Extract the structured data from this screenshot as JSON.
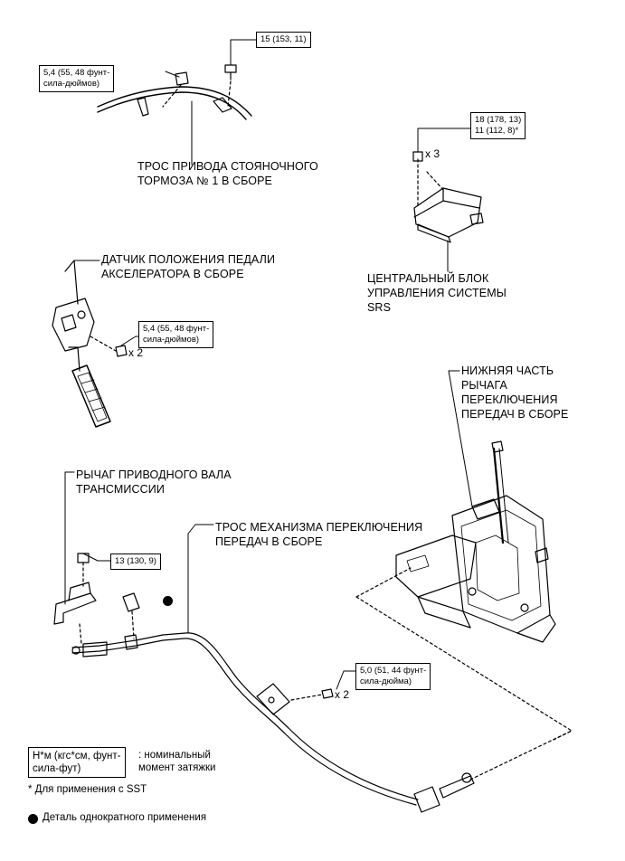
{
  "labels": {
    "parking_cable": [
      "ТРОС ПРИВОДА СТОЯНОЧНОГО",
      "ТОРМОЗА № 1 В СБОРЕ"
    ],
    "pedal_sensor": [
      "ДАТЧИК ПОЛОЖЕНИЯ ПЕДАЛИ",
      "АКСЕЛЕРАТОРА В СБОРЕ"
    ],
    "srs_unit": [
      "ЦЕНТРАЛЬНЫЙ БЛОК",
      "УПРАВЛЕНИЯ СИСТЕМЫ",
      "SRS"
    ],
    "shift_lever": [
      "НИЖНЯЯ ЧАСТЬ",
      "РЫЧАГА",
      "ПЕРЕКЛЮЧЕНИЯ",
      "ПЕРЕДАЧ В СБОРЕ"
    ],
    "drive_lever": [
      "РЫЧАГ ПРИВОДНОГО ВАЛА",
      "ТРАНСМИССИИ"
    ],
    "shift_cable": [
      "ТРОС МЕХАНИЗМА ПЕРЕКЛЮЧЕНИЯ",
      "ПЕРЕДАЧ В СБОРЕ"
    ]
  },
  "torque": {
    "t1": [
      "15 (153, 11)"
    ],
    "t2": [
      "5,4 (55, 48 фунт-",
      "сила-дюймов)"
    ],
    "t3": [
      "18 (178, 13)",
      "11 (112, 8)*"
    ],
    "t4": [
      "5,4 (55, 48 фунт-",
      "сила-дюймов)"
    ],
    "t5": [
      "13 (130, 9)"
    ],
    "t6": [
      "5,0 (51, 44 фунт-",
      "сила-дюйма)"
    ]
  },
  "multipliers": {
    "srs": "x 3",
    "pedal": "x 2",
    "cable": "x 2"
  },
  "legend": {
    "unit_box": [
      "Н*м (кгс*см, фунт-",
      "сила-фут)"
    ],
    "unit_text": [
      ": номинальный",
      "момент затяжки"
    ],
    "sst_note": "* Для применения с SST",
    "single_use": "Деталь однократного применения"
  }
}
